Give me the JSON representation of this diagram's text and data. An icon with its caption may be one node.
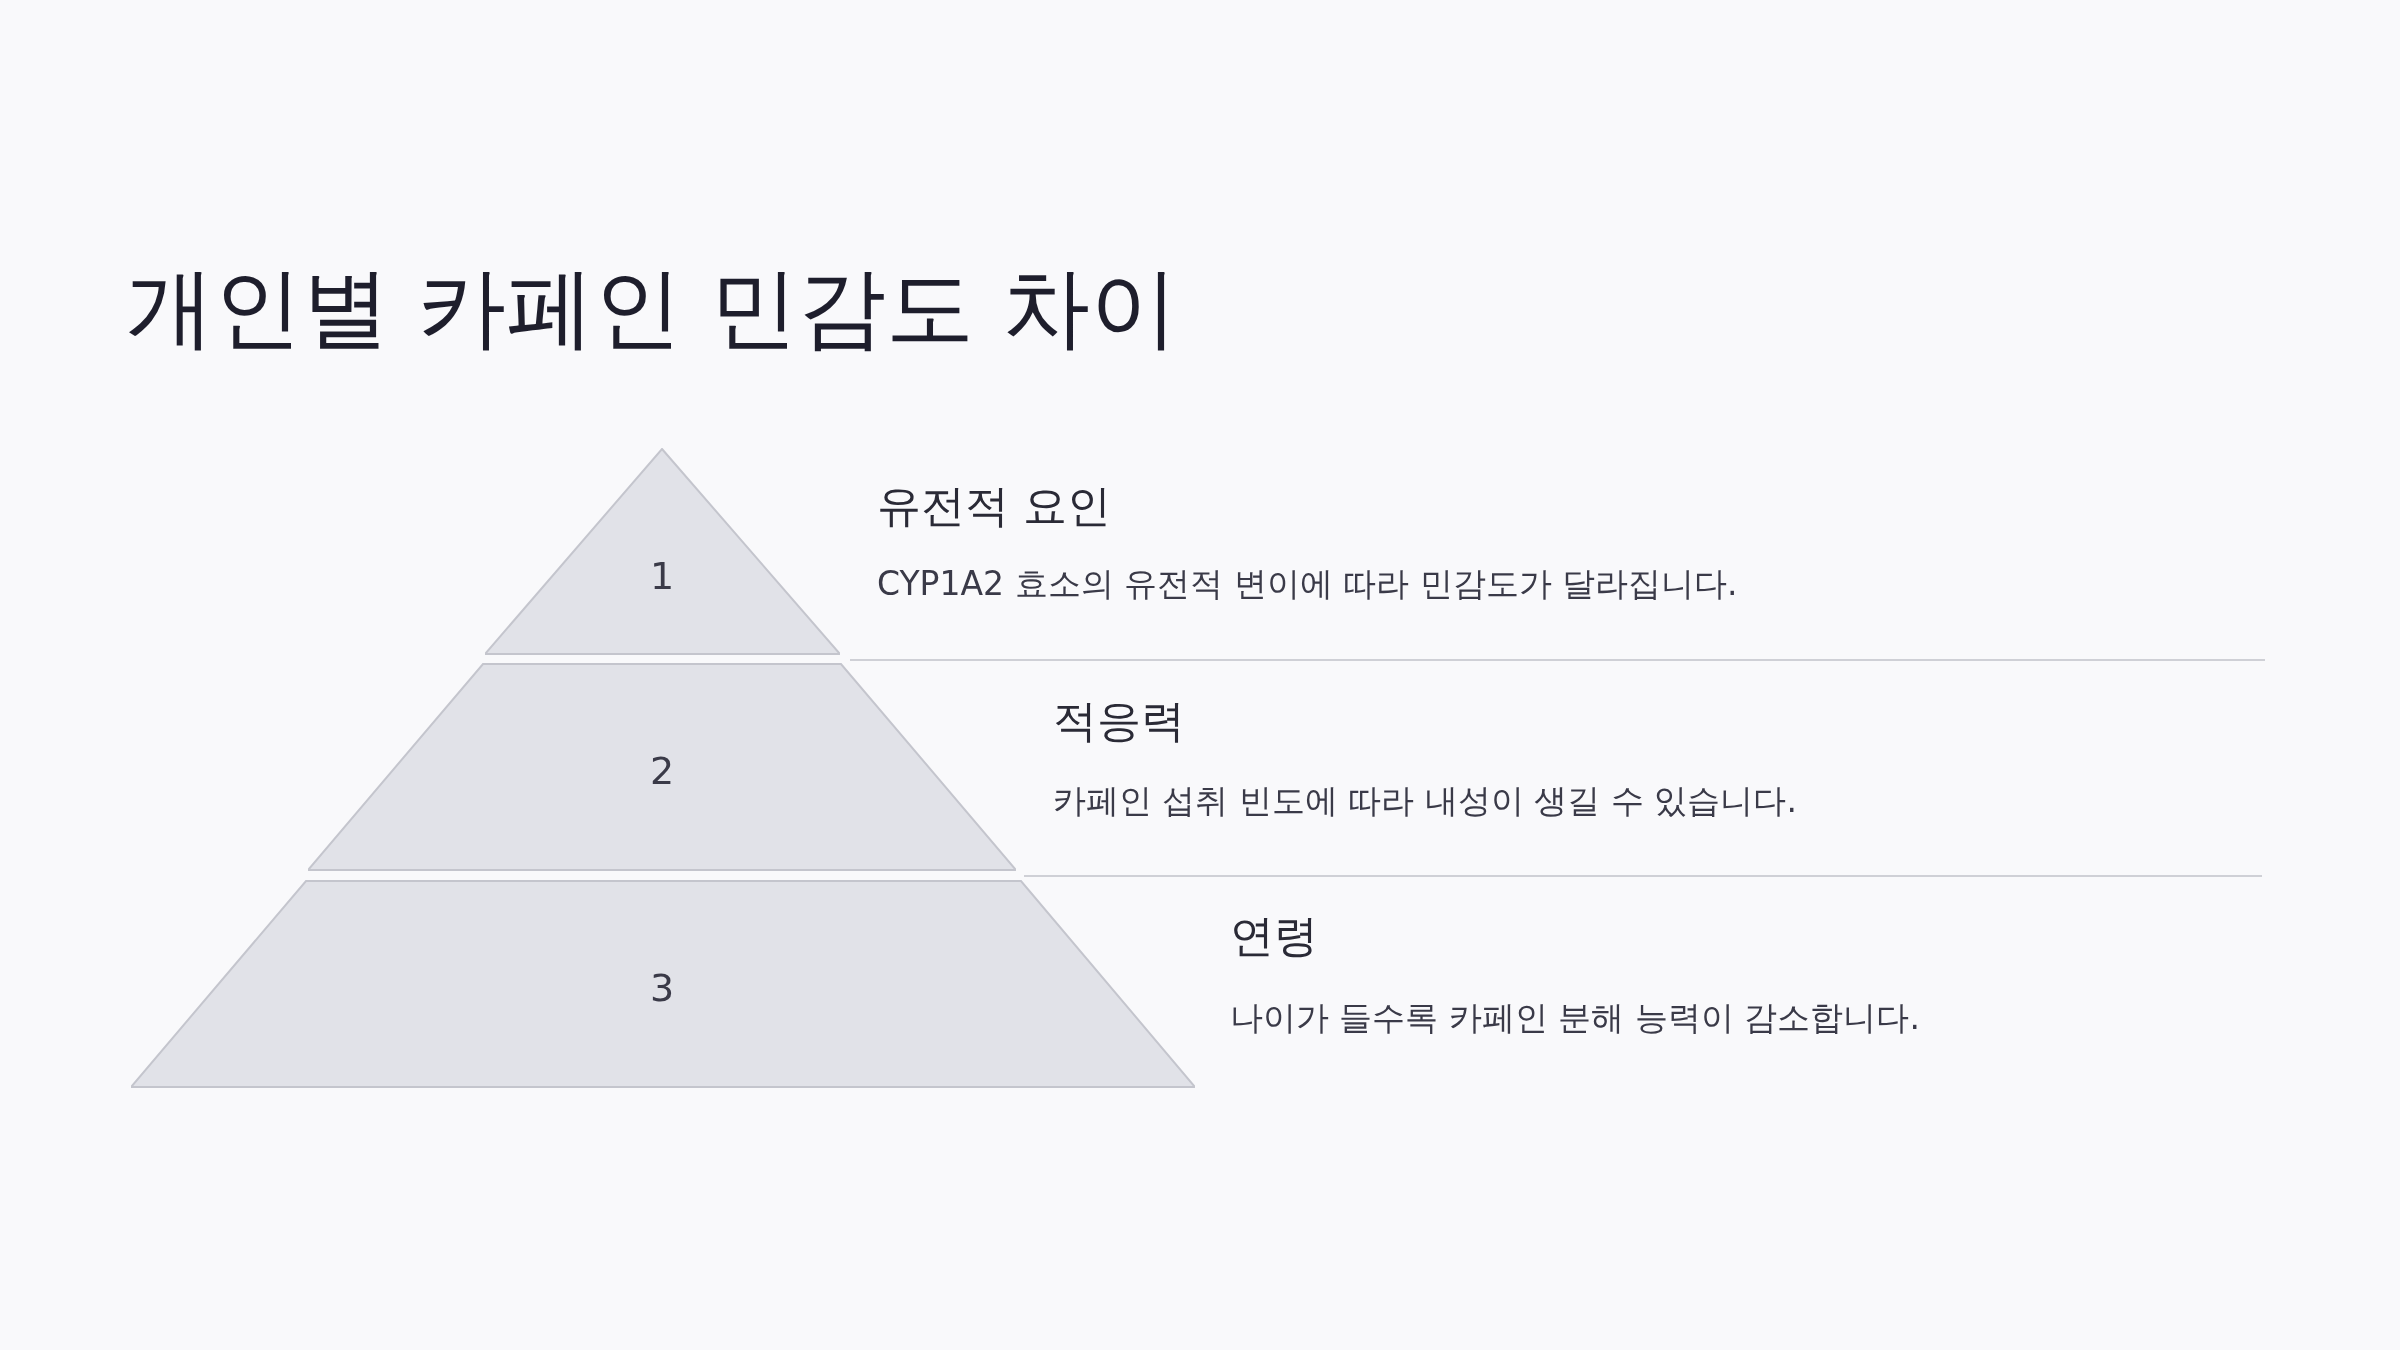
{
  "diagram": {
    "title": "개인별 카페인 민감도 차이",
    "nodes": [
      {
        "text": [
          "1"
        ],
        "beside": [
          "유전적 요인",
          "CYP1A2 효소의 유전적 변이에 따라 민감도가 달라집니다."
        ]
      },
      {
        "text": [
          "2"
        ],
        "beside": [
          "적응력",
          "카페인 섭취 빈도에 따라 내성이 생길 수 있습니다."
        ]
      },
      {
        "text": [
          "3"
        ],
        "beside": [
          "연령",
          "나이가 들수록 카페인 분해 능력이 감소합니다."
        ]
      }
    ],
    "edges": []
  }
}
